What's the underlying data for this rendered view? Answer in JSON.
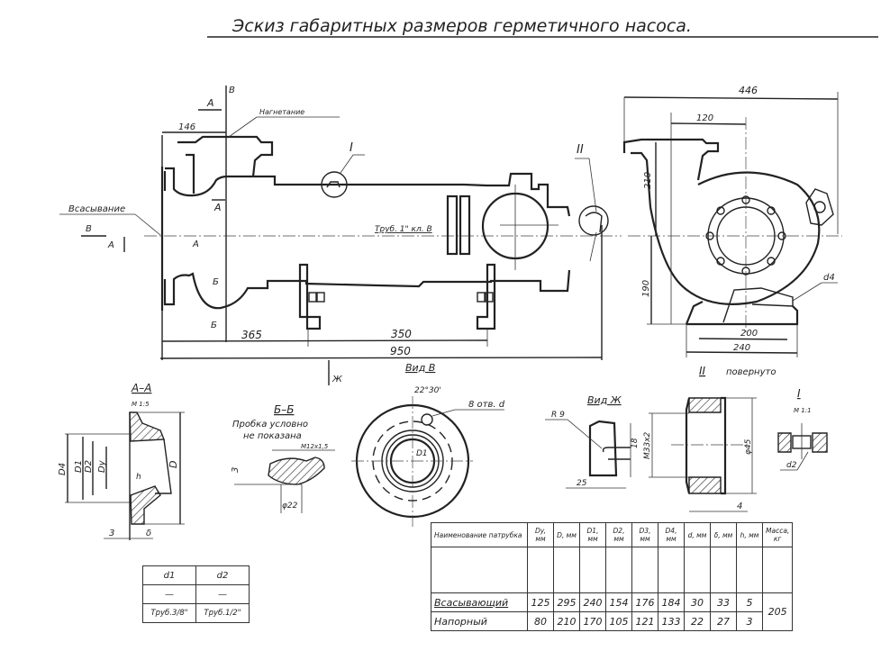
{
  "title": "Эскиз габаритных размеров герметичного насоса.",
  "main_view": {
    "labels": {
      "discharge": "Нагнетание",
      "suction": "Всасывание",
      "pipe": "Труб. 1\" кл. В",
      "view_v": "Вид В",
      "section_a": "А",
      "section_b": "Б",
      "arrow_v": "В",
      "arrow_zh": "Ж",
      "detail_1": "I",
      "detail_2": "II"
    },
    "dimensions": {
      "d146": "146",
      "d365": "365",
      "d350": "350",
      "d950": "950"
    }
  },
  "side_view": {
    "dimensions": {
      "d446": "446",
      "d120": "120",
      "d210": "210",
      "d190": "190",
      "d200": "200",
      "d240": "240"
    },
    "labels": {
      "d4": "d4",
      "caption_num": "II",
      "caption": "повернуто"
    }
  },
  "section_aa": {
    "title": "А–А",
    "scale": "М 1:5",
    "labels": {
      "D4": "D4",
      "D1": "D1",
      "D2": "D2",
      "Dy": "Dy",
      "D": "D",
      "h": "h",
      "dim3": "3",
      "delta": "δ"
    }
  },
  "section_bb": {
    "title": "Б–Б",
    "note_line1": "Пробка условно",
    "note_line2": "не показана",
    "thread": "М12х1,5",
    "dim3": "3",
    "dia22": "φ22"
  },
  "flange_view": {
    "angle": "22°30'",
    "holes": "8 отв. d",
    "d1": "D1"
  },
  "view_zh": {
    "title": "Вид Ж",
    "r9": "R 9",
    "dim18": "18",
    "dim25": "25"
  },
  "nut_view": {
    "thread": "М33х2",
    "dia45": "φ45",
    "dim4": "4"
  },
  "detail_1": {
    "title": "I",
    "scale": "М 1:1",
    "d2": "d2"
  },
  "spec_table": {
    "headers": [
      "Наименование патрубка",
      "Dy, мм",
      "D, мм",
      "D1, мм",
      "D2, мм",
      "D3, мм",
      "D4, мм",
      "d, мм",
      "δ, мм",
      "h, мм",
      "Масса, кг"
    ],
    "rows": [
      {
        "name": "Всасывающий",
        "values": [
          "125",
          "295",
          "240",
          "154",
          "176",
          "184",
          "30",
          "33",
          "5"
        ]
      },
      {
        "name": "Напорный",
        "values": [
          "80",
          "210",
          "170",
          "105",
          "121",
          "133",
          "22",
          "27",
          "3"
        ]
      }
    ],
    "mass": "205"
  },
  "small_table": {
    "headers": [
      "d1",
      "d2"
    ],
    "row1": [
      "—",
      "—"
    ],
    "row2": [
      "Труб.3/8\"",
      "Труб.1/2\""
    ]
  }
}
